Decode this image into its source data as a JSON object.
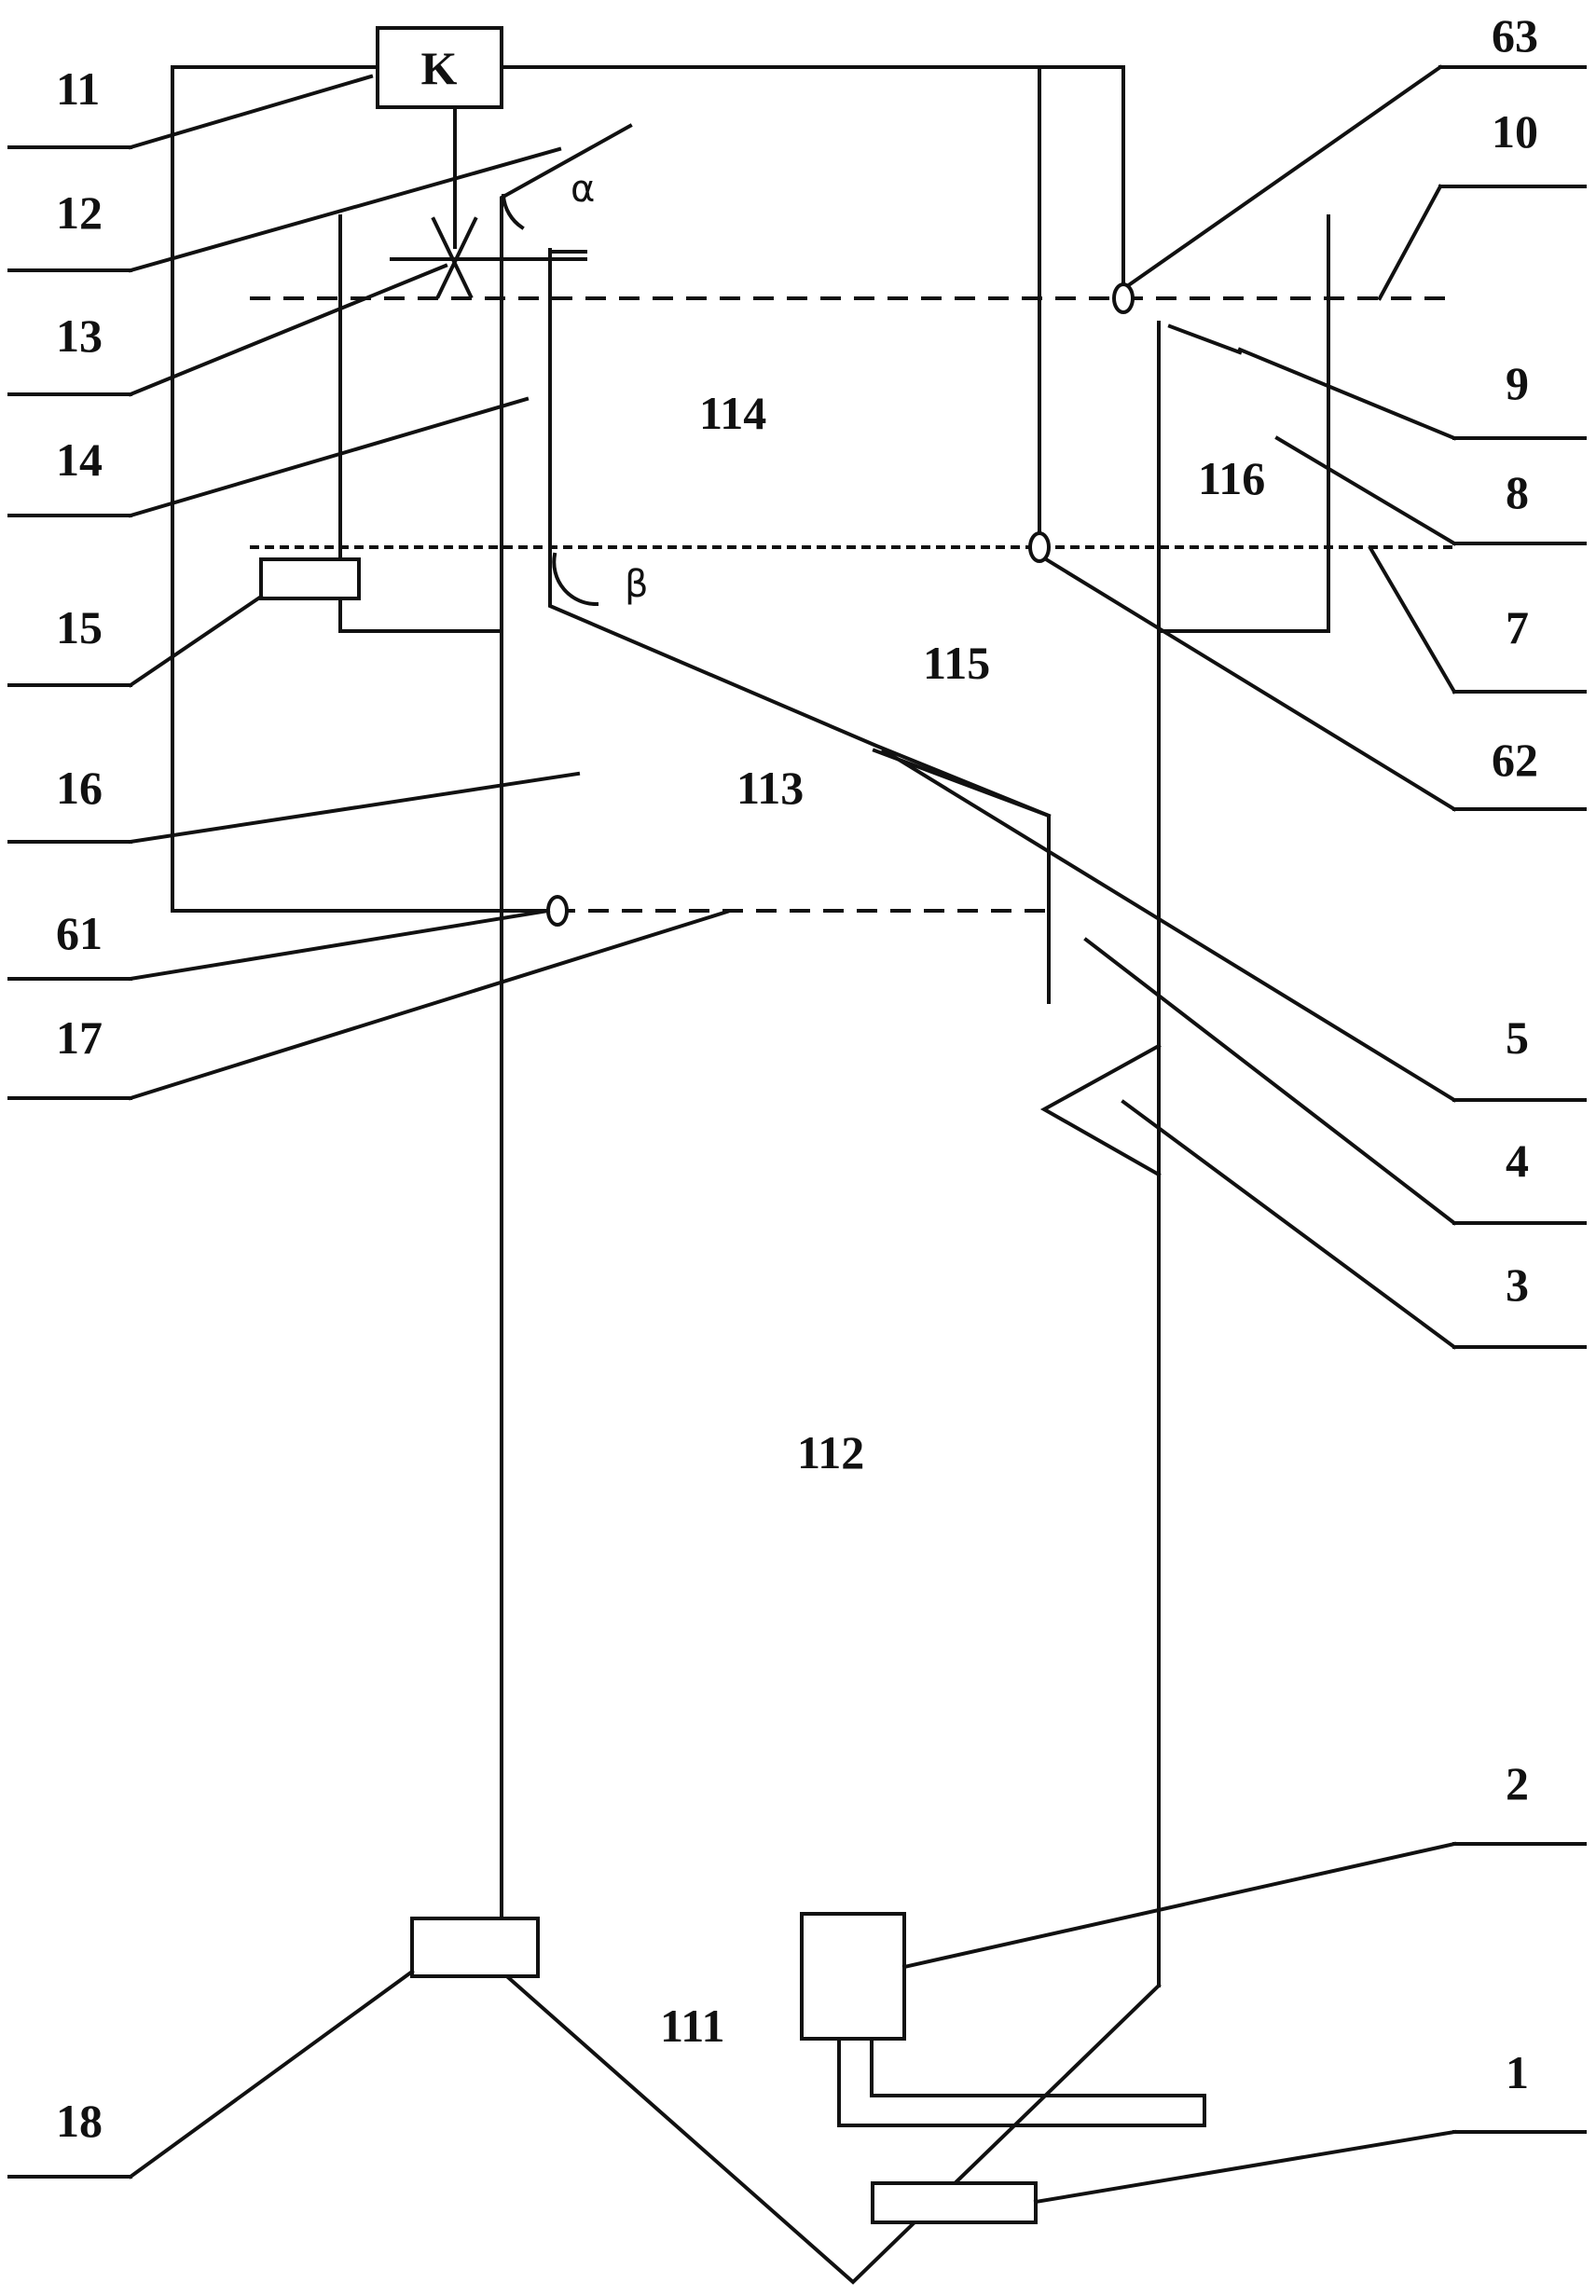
{
  "diagram": {
    "callouts_left": [
      {
        "id": "11",
        "text": "11"
      },
      {
        "id": "12",
        "text": "12"
      },
      {
        "id": "13",
        "text": "13"
      },
      {
        "id": "14",
        "text": "14"
      },
      {
        "id": "15",
        "text": "15"
      },
      {
        "id": "16",
        "text": "16"
      },
      {
        "id": "61",
        "text": "61"
      },
      {
        "id": "17",
        "text": "17"
      },
      {
        "id": "18",
        "text": "18"
      }
    ],
    "callouts_right": [
      {
        "id": "63",
        "text": "63"
      },
      {
        "id": "10",
        "text": "10"
      },
      {
        "id": "9",
        "text": "9"
      },
      {
        "id": "8",
        "text": "8"
      },
      {
        "id": "7",
        "text": "7"
      },
      {
        "id": "62",
        "text": "62"
      },
      {
        "id": "5",
        "text": "5"
      },
      {
        "id": "4",
        "text": "4"
      },
      {
        "id": "3",
        "text": "3"
      },
      {
        "id": "2",
        "text": "2"
      },
      {
        "id": "1",
        "text": "1"
      }
    ],
    "zones": [
      {
        "id": "111",
        "text": "111"
      },
      {
        "id": "112",
        "text": "112"
      },
      {
        "id": "113",
        "text": "113"
      },
      {
        "id": "114",
        "text": "114"
      },
      {
        "id": "115",
        "text": "115"
      },
      {
        "id": "116",
        "text": "116"
      }
    ],
    "controller_label": "K",
    "angle_alpha": "α",
    "angle_beta": "β"
  }
}
